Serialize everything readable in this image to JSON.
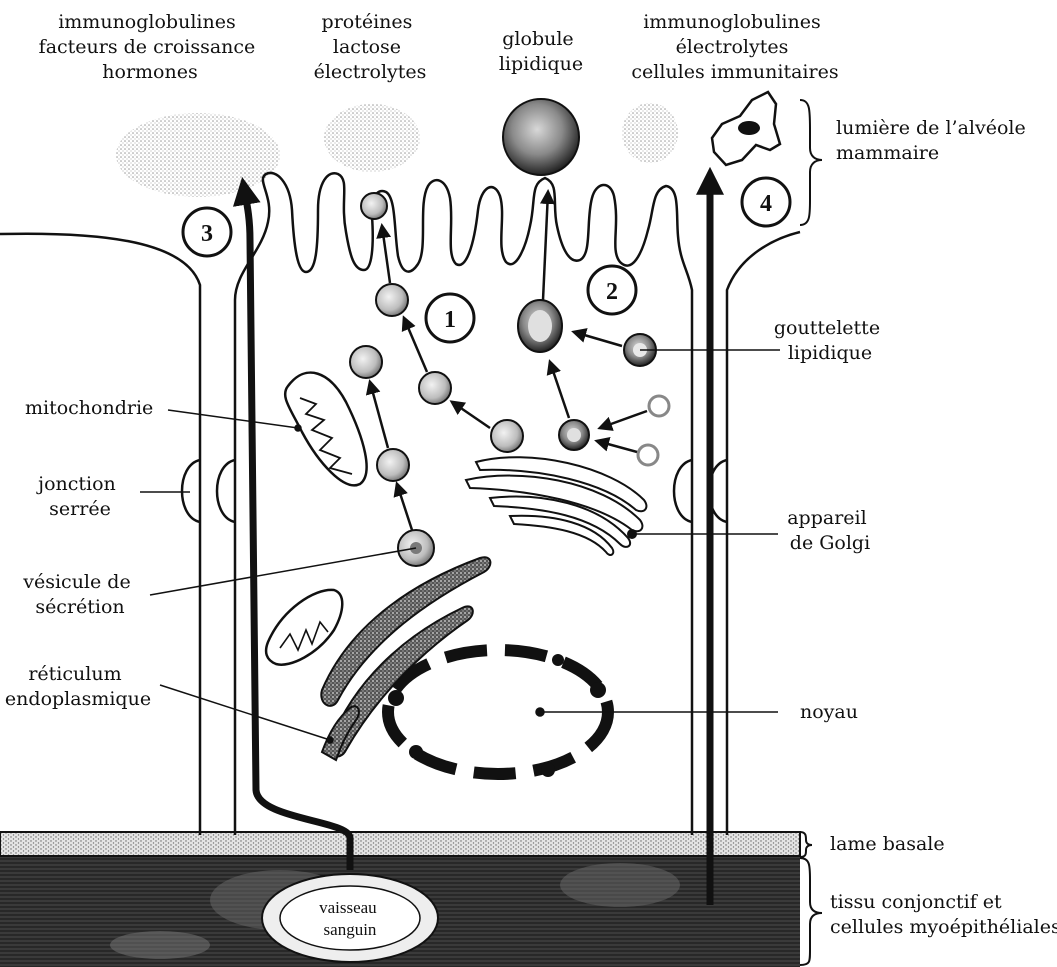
{
  "labels": {
    "top_left": [
      "immunoglobulines",
      "facteurs de croissance",
      "hormones"
    ],
    "top_center_left": [
      "protéines",
      "lactose",
      "électrolytes"
    ],
    "top_center": [
      "globule",
      "lipidique"
    ],
    "top_right": [
      "immunoglobulines",
      "électrolytes",
      "cellules immunitaires"
    ],
    "lumen": [
      "lumière de l’alvéole",
      "mammaire"
    ],
    "droplet": [
      "gouttelette",
      "lipidique"
    ],
    "mitochondria": [
      "mitochondrie"
    ],
    "tight_junction": [
      "jonction",
      "serrée"
    ],
    "vesicle": [
      "vésicule de",
      "sécrétion"
    ],
    "er": [
      "réticulum",
      "endoplasmique"
    ],
    "golgi": [
      "appareil",
      "de Golgi"
    ],
    "nucleus": [
      "noyau"
    ],
    "basal_lamina": [
      "lame basale"
    ],
    "connective": [
      "tissu conjonctif et",
      "cellules myoépithéliales"
    ],
    "vessel": [
      "vaisseau",
      "sanguin"
    ]
  },
  "pathways": [
    "1",
    "2",
    "3",
    "4"
  ],
  "colors": {
    "ink": "#111111",
    "paper": "#ffffff",
    "stipple": "#9a9a9a"
  }
}
